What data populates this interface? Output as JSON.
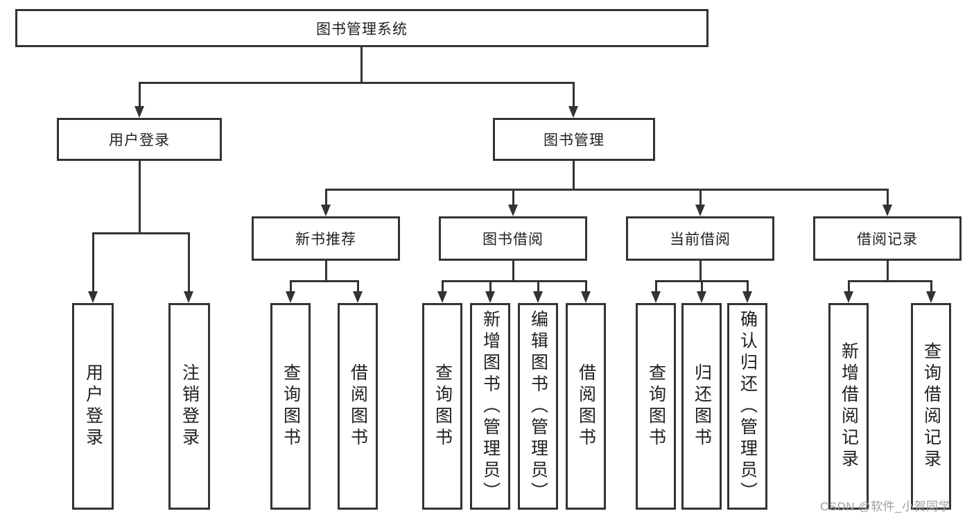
{
  "tree": {
    "root": {
      "label": "图书管理系统",
      "children": [
        {
          "label": "用户登录",
          "children": [
            {
              "label": "用户登录"
            },
            {
              "label": "注销登录"
            }
          ]
        },
        {
          "label": "图书管理",
          "children": [
            {
              "label": "新书推荐",
              "children": [
                {
                  "label": "查询图书"
                },
                {
                  "label": "借阅图书"
                }
              ]
            },
            {
              "label": "图书借阅",
              "children": [
                {
                  "label": "查询图书"
                },
                {
                  "label": "新增图书（管理员）"
                },
                {
                  "label": "编辑图书（管理员）"
                },
                {
                  "label": "借阅图书"
                }
              ]
            },
            {
              "label": "当前借阅",
              "children": [
                {
                  "label": "查询图书"
                },
                {
                  "label": "归还图书"
                },
                {
                  "label": "确认归还（管理员）"
                }
              ]
            },
            {
              "label": "借阅记录",
              "children": [
                {
                  "label": "新增借阅记录"
                },
                {
                  "label": "查询借阅记录"
                }
              ]
            }
          ]
        }
      ]
    }
  },
  "watermark": {
    "text": "CSDN @软件_小贺同学"
  },
  "colors": {
    "line": "#333333",
    "text": "#1f1f1f",
    "watermark": "#9e9e9e",
    "background": "#ffffff"
  }
}
